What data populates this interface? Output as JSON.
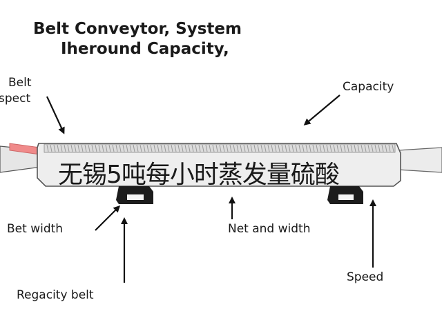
{
  "title": {
    "line1": "Belt Conveytor, System",
    "line2": "Iheround Capacity,"
  },
  "labels": {
    "belt_aspect_line1": "Belt",
    "belt_aspect_line2": "spect",
    "capacity": "Capacity",
    "bet_width": "Bet width",
    "net_and_width": "Net and width",
    "regacity_belt": "Regacity belt",
    "speed": "Speed"
  },
  "overlay_text": "无锡5吨每小时蒸发量硫酸",
  "colors": {
    "belt_accent": "#f08a8a",
    "conveyor_body": "#eeeeee",
    "roller": "#1c1c1c"
  }
}
